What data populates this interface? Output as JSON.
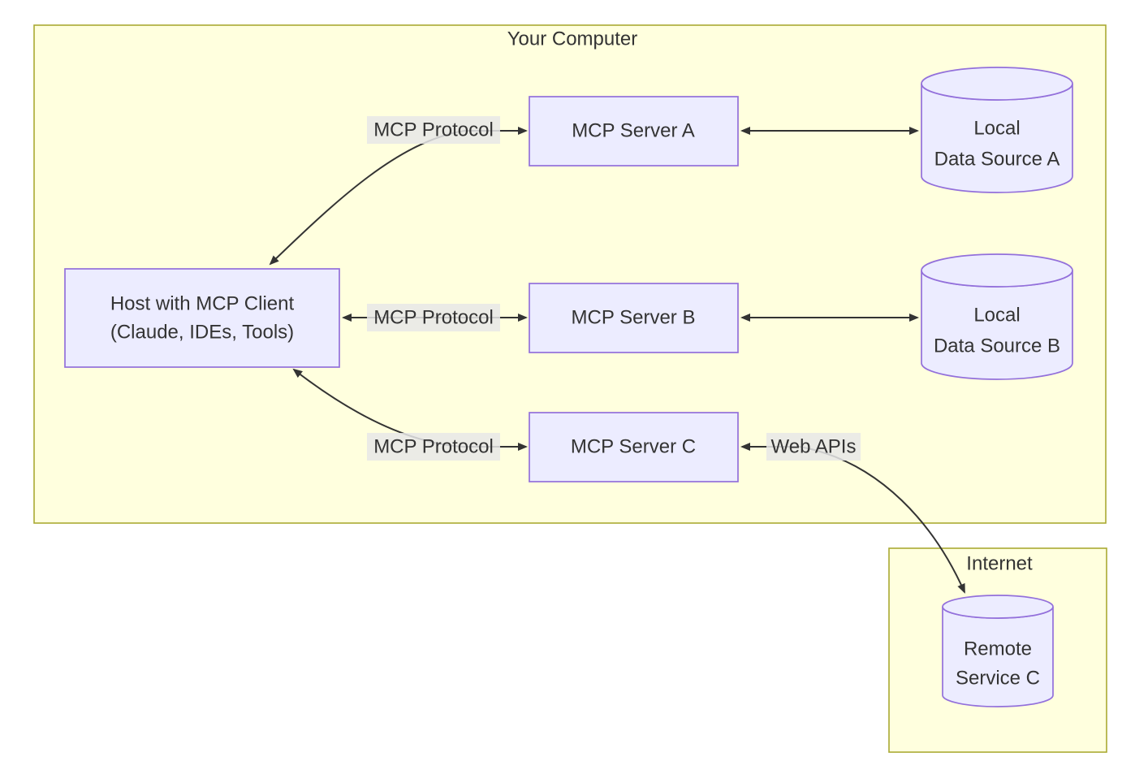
{
  "clusters": {
    "your_computer": {
      "label": "Your Computer"
    },
    "internet": {
      "label": "Internet"
    }
  },
  "nodes": {
    "host": {
      "line1": "Host with MCP Client",
      "line2": "(Claude, IDEs, Tools)"
    },
    "server_a": {
      "label": "MCP Server A"
    },
    "server_b": {
      "label": "MCP Server B"
    },
    "server_c": {
      "label": "MCP Server C"
    },
    "data_source_a": {
      "line1": "Local",
      "line2": "Data Source A"
    },
    "data_source_b": {
      "line1": "Local",
      "line2": "Data Source B"
    },
    "remote_service_c": {
      "line1": "Remote",
      "line2": "Service C"
    }
  },
  "edge_labels": {
    "host_server_a": "MCP Protocol",
    "host_server_b": "MCP Protocol",
    "host_server_c": "MCP Protocol",
    "server_c_remote": "Web APIs"
  },
  "colors": {
    "cluster_fill": "#ffffde",
    "cluster_border": "#aaaa33",
    "node_fill": "#ececff",
    "node_border": "#9370db",
    "edge": "#333333",
    "edge_label_bg": "#e8e8e8",
    "text": "#333333"
  }
}
